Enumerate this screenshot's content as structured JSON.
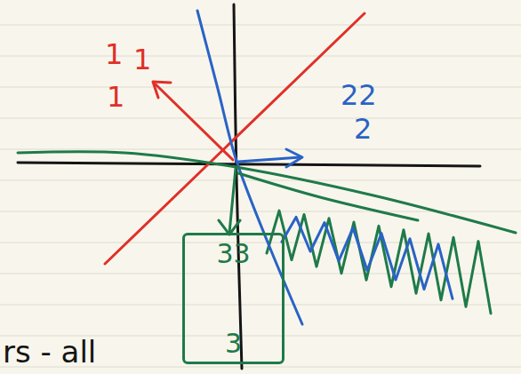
{
  "diagram": {
    "nodes": [
      {
        "text": [
          "33",
          "3"
        ]
      }
    ],
    "labels": [
      "1",
      "1",
      "1",
      "22",
      "2",
      "rs - all"
    ]
  }
}
